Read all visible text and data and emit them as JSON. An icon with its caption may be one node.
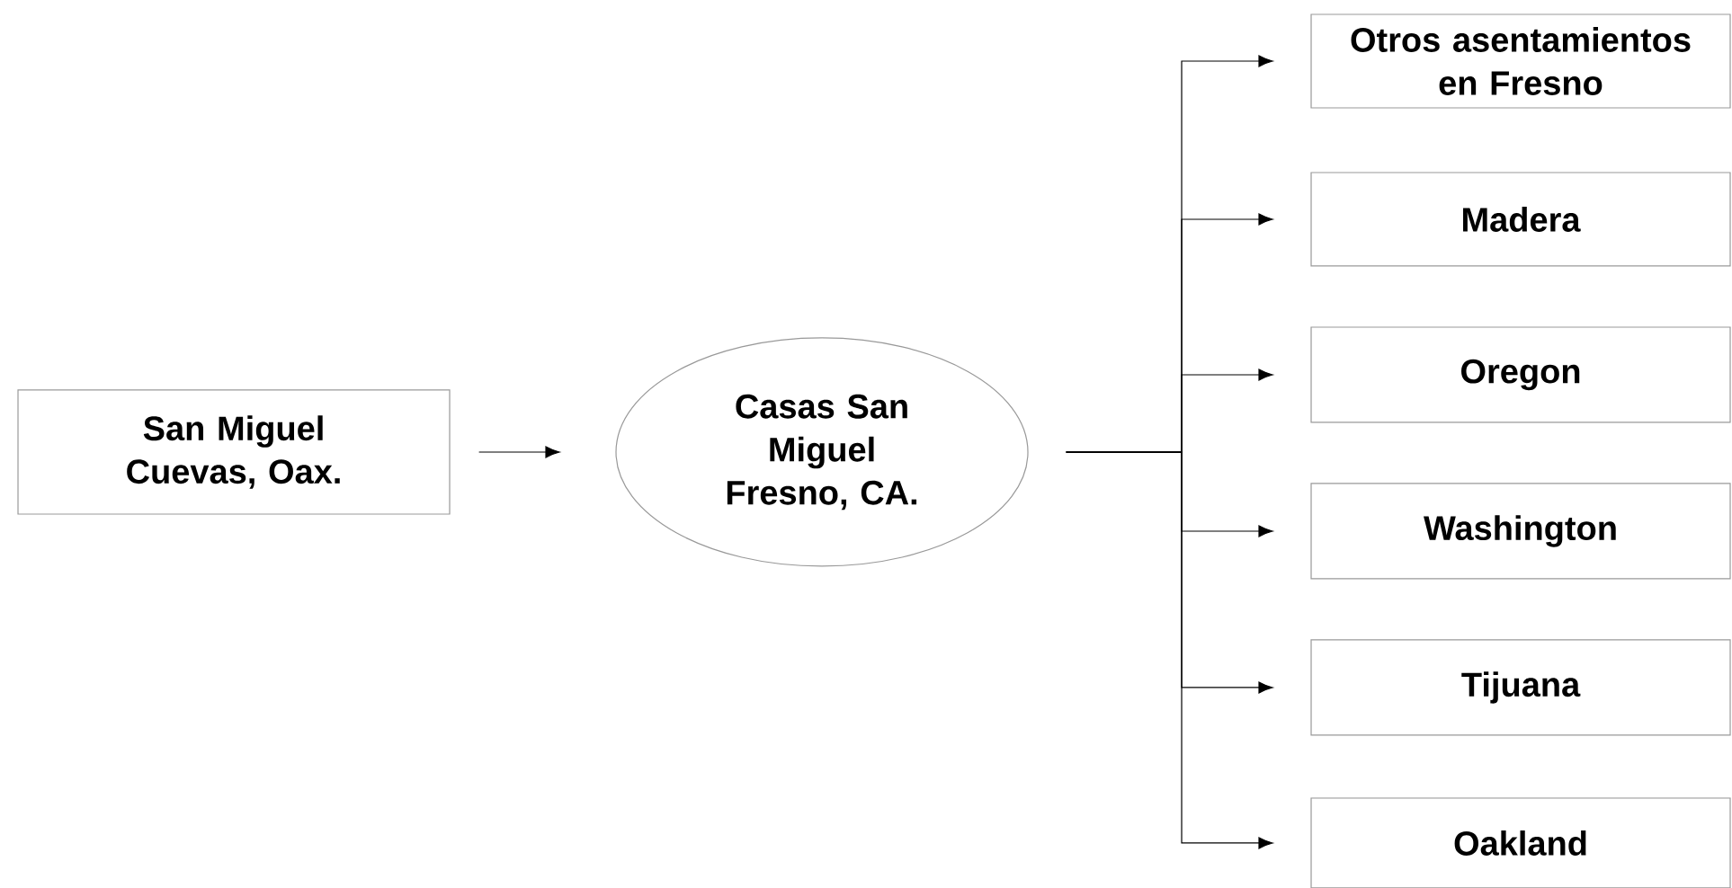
{
  "diagram": {
    "nodes": [
      {
        "text": [
          "San Miguel Cuevas, Oax."
        ]
      },
      {
        "text": [
          "Casas San Miguel Fresno, CA."
        ]
      },
      {
        "text": [
          "Otros asentamientos en Fresno"
        ]
      },
      {
        "text": [
          "Madera"
        ]
      },
      {
        "text": [
          "Oregon"
        ]
      },
      {
        "text": [
          "Washington"
        ]
      },
      {
        "text": [
          "Tijuana"
        ]
      },
      {
        "text": [
          "Oakland"
        ]
      }
    ],
    "edges": [
      {
        "from": 0,
        "to": 1,
        "arrow": "to"
      },
      {
        "from": 1,
        "to": 2,
        "arrow": "to"
      },
      {
        "from": 1,
        "to": 3,
        "arrow": "to"
      },
      {
        "from": 1,
        "to": 4,
        "arrow": "to"
      },
      {
        "from": 1,
        "to": 5,
        "arrow": "to"
      },
      {
        "from": 1,
        "to": 6,
        "arrow": "to"
      },
      {
        "from": 1,
        "to": 7,
        "arrow": "to"
      }
    ]
  }
}
